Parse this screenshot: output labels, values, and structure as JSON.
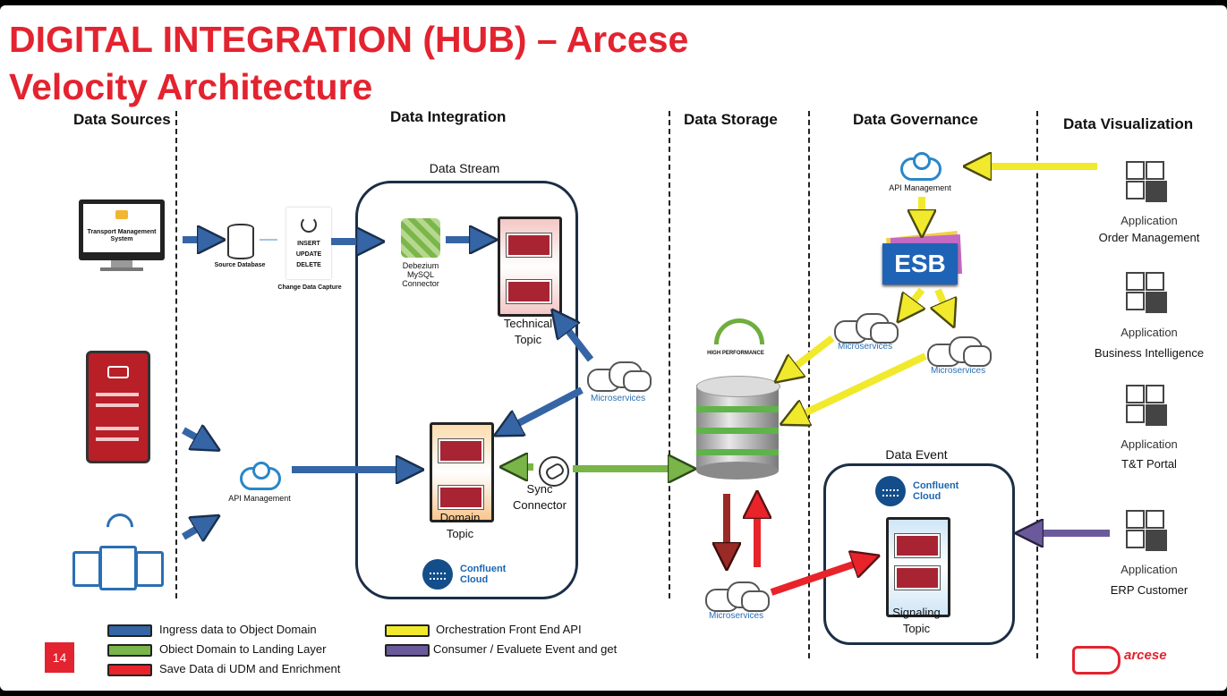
{
  "title": {
    "line1": "DIGITAL INTEGRATION (HUB) –  Arcese",
    "line2": "Velocity Architecture"
  },
  "columns": [
    "Data Sources",
    "Data Integration",
    "Data Storage",
    "Data Governance",
    "Data Visualization"
  ],
  "sources": {
    "tms": "Transport Management System",
    "source_db": "Source Database",
    "cdc_ops": [
      "INSERT",
      "UPDATE",
      "DELETE"
    ],
    "cdc": "Change Data Capture",
    "api_management": "API Management"
  },
  "integration": {
    "stream_title": "Data Stream",
    "debezium": [
      "Debezium",
      "MySQL",
      "Connector"
    ],
    "technical_topic": [
      "Technical",
      "Topic"
    ],
    "domain_topic": [
      "Domain",
      "Topic"
    ],
    "sync_connector": [
      "Sync",
      "Connector"
    ],
    "confluent": [
      "Confluent",
      "Cloud"
    ],
    "microservices": "Microservices"
  },
  "storage": {
    "high_performance": "HIGH PERFORMANCE",
    "microservices": "Microservices"
  },
  "governance": {
    "api_management": "API Management",
    "esb": "ESB",
    "microservices": "Microservices",
    "event_title": "Data Event",
    "confluent": [
      "Confluent",
      "Cloud"
    ],
    "signaling_topic": [
      "Signaling",
      "Topic"
    ]
  },
  "visualization": [
    {
      "kind": "Application",
      "name": "Order Management"
    },
    {
      "kind": "Application",
      "name": "Business Intelligence"
    },
    {
      "kind": "Application",
      "name": "T&T Portal"
    },
    {
      "kind": "Application",
      "name": "ERP Customer"
    }
  ],
  "legend": [
    {
      "color": "#3565a5",
      "label": "Ingress data to Object Domain"
    },
    {
      "color": "#79b548",
      "label": "Obiect Domain to Landing Layer"
    },
    {
      "color": "#e8232a",
      "label": "Save Data di UDM and Enrichment"
    },
    {
      "color": "#f1e92c",
      "label": "Orchestration Front End API"
    },
    {
      "color": "#6b5a9b",
      "label": "Consumer / Evaluete Event and get"
    }
  ],
  "page_number": "14",
  "brand": "arcese",
  "colors": {
    "title_red": "#e3232f",
    "blue": "#3565a5",
    "green": "#79b548",
    "red": "#e8232a",
    "yellow": "#f1e92c",
    "purple": "#6b5a9b"
  }
}
